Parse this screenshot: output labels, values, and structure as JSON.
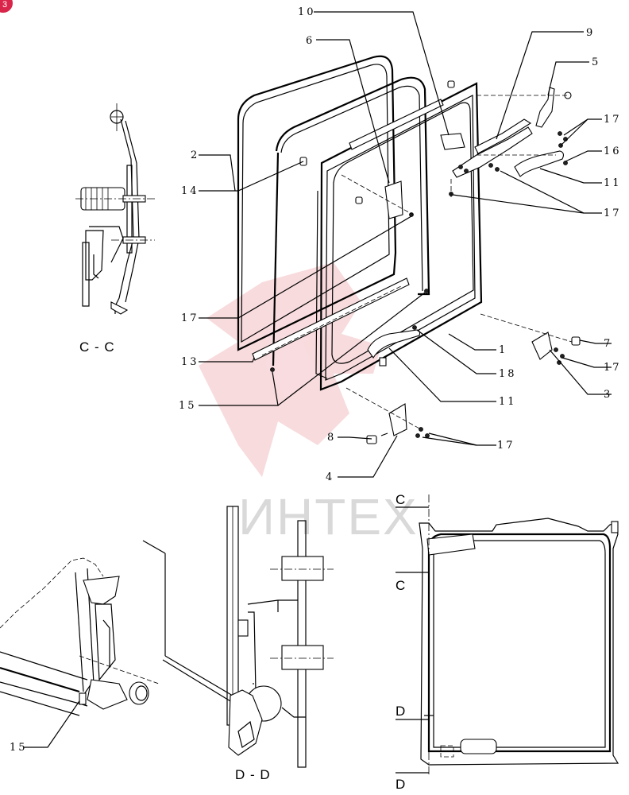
{
  "badge": {
    "label": "3",
    "color": "#d9254a"
  },
  "watermark": {
    "text": "ИНТЕХ",
    "color": "#e8868f"
  },
  "callouts": [
    "10",
    "6",
    "9",
    "5",
    "17",
    "16",
    "11",
    "17",
    "2",
    "14",
    "17",
    "13",
    "15",
    "1",
    "18",
    "11",
    "7",
    "17",
    "3",
    "8",
    "17",
    "4",
    "15"
  ],
  "sections": {
    "cc_label": "C - C",
    "dd_label": "D - D",
    "c_top": "C",
    "c_mid": "C",
    "d_mid": "D",
    "d_bot": "D"
  }
}
